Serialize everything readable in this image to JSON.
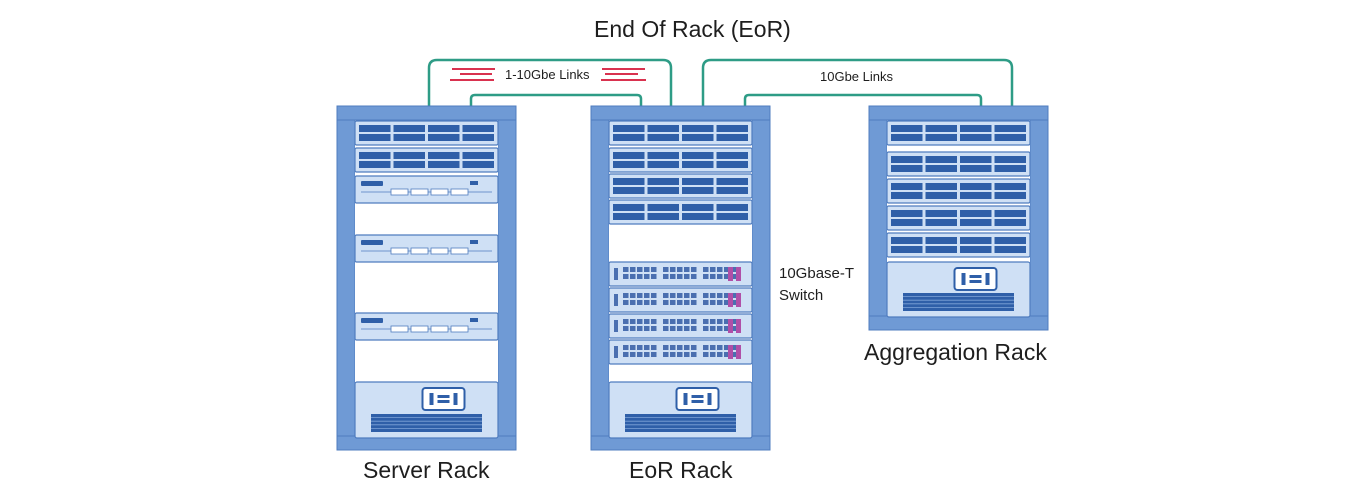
{
  "diagram": {
    "title": "End Of Rack (EoR)",
    "left_links_label": "1-10Gbe Links",
    "right_links_label": "10Gbe Links",
    "switch_label_line1": "10Gbase-T",
    "switch_label_line2": "Switch",
    "racks": [
      {
        "name": "Server Rack"
      },
      {
        "name": "EoR Rack"
      },
      {
        "name": "Aggregation Rack"
      }
    ]
  },
  "colors": {
    "rack_frame": "#6f9ad5",
    "rack_frame_dark": "#4f7cbf",
    "rack_interior": "#ffffff",
    "panel_fill": "#cfe0f5",
    "panel_stroke": "#4f7cbf",
    "drive_fill": "#2f5fa8",
    "link_line": "#2e9c86",
    "link_marker": "#d9324f",
    "switch_port": "#4a6fb0",
    "switch_accent": "#b04fa8"
  }
}
